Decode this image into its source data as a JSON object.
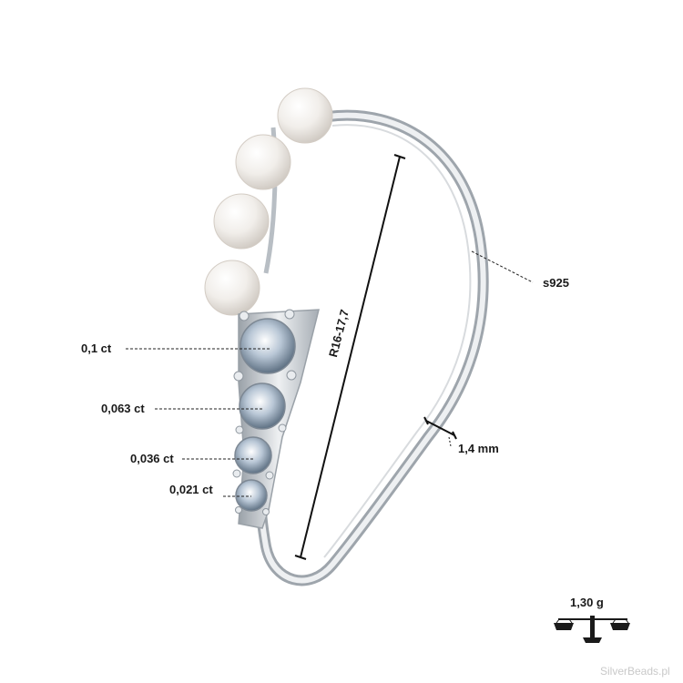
{
  "labels": {
    "material": "s925",
    "size": "R16-17,7",
    "band_width": "1,4 mm",
    "weight": "1,30 g"
  },
  "stones": [
    {
      "carat": "0,1 ct"
    },
    {
      "carat": "0,063 ct"
    },
    {
      "carat": "0,036 ct"
    },
    {
      "carat": "0,021 ct"
    }
  ],
  "watermark": "SilverBeads.pl",
  "icons": {
    "weight": "balance-scale-icon"
  },
  "colors": {
    "background": "#ffffff",
    "silver": "#c8ccd0",
    "pearl": "#f1eeea",
    "text": "#1a1a1a",
    "watermark": "#c9c9c9"
  }
}
